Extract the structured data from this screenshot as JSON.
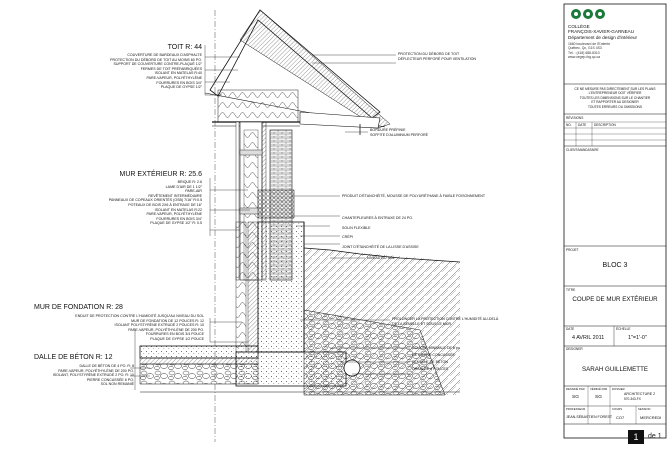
{
  "sections": {
    "roof_title": "TOIT R: 44",
    "wall_title": "MUR EXTÉRIEUR R: 25.6",
    "foundation_title": "MUR DE FONDATION R: 28",
    "slab_title": "DALLE DE BÉTON R: 12"
  },
  "roof_labels": [
    "COUVERTURE DE BARDEAUX D'ASPHALTE",
    "PROTECTION DU DÉBORD DE TOIT AU MOINS 60 PO.",
    "SUPPORT DE COUVERTURE CONTRE-PLAQUÉ 1/2\"",
    "FERMES DE TOIT PRÉFABRIQUÉES",
    "ISOLANT EN MATELAS R:40",
    "PARE-VAPEUR, POLYÉTHYLÈNE",
    "FOURRURES EN BOIS 3/4\"",
    "PLAQUE DE GYPSE 1/2\""
  ],
  "wall_labels": [
    "BRIQUE R: 2.6",
    "LAME D'AIR DE 1 1/2\"",
    "PARE-AIR",
    "REVÊTEMENT INTERMÉDIAIRE",
    "PANNEAUX DE COPEAUX ORIENTÉS (OSB) 7/16\" R:0.5",
    "POTEAUX DE BOIS 2X6 À ENTRAXE DE 16\"",
    "ISOLANT EN MATELAS R:22",
    "PARE-VAPEUR, POLYÉTHYLÈNE",
    "FOURRURES EN BOIS 3/4\"",
    "PLAQUE DE GYPSE 1/2\" R: 0.5"
  ],
  "foundation_labels": [
    "ENDUIT DE PROTECTION CONTRE L'HUMIDITÉ JUSQU'AU NIVEAU DU SOL",
    "MUR DE FONDATION DE 12 POUCES R: 12",
    "ISOLANT POLYSTYRÈNE EXTRUDÉ 2 POUCES R: 10",
    "PARE-VAPEUR, POLYÉTHYLÈNE DE 200 PO.",
    "FOURRURES EN BOIS 3/4 POUCE",
    "PLAQUE DE GYPSE 1/2 POUCE"
  ],
  "slab_labels": [
    "DALLE DE BÉTON DE 4 PO. R: 8",
    "PARE-VAPEUR, POLYÉTHYLÈNE DE 200 PO.",
    "ISOLANT, POLYSTYRÈNE EXTRUDÉ 2 PO. R: 10",
    "PIERRE CONCASSÉE 6 PO.",
    "SOL NON REMANIÉ"
  ],
  "right_labels": {
    "roof": [
      "PROTECTION DU DÉBORD DE TOIT",
      "DÉFLECTEUR PERFORÉ POUR VENTILATION"
    ],
    "soffit": [
      "BORDURE PRÉFINIE",
      "SOFFITE D'ALUMINIUM PERFORÉ"
    ],
    "wall": [
      "PRODUIT D'ÉTANCHÉITÉ, MOUSSE DE POLYURÉTHANE À FAIBLE FOISONNEMENT"
    ],
    "wall2": [
      "CHANTEPLEURES À ENTRAXE DE 24 PO.",
      "SOLIN FLEXIBLE",
      "CRÉPI",
      "JOINT D'ÉTANCHÉITÉ DE LA LISSE D'ASSISE"
    ],
    "ground": [
      "NIVEAU DU SOL"
    ],
    "found": [
      "PROLONGER LA PROTECTION CONTRE L'HUMIDITÉ AU-DELÀ",
      "DE LA SEMELLE ET SOUS LE MUR"
    ],
    "base": [
      "COUCHE MINIMALE DE 6 po",
      "DE PIERRE CONCASSÉE",
      "SEMELLE DE BÉTON",
      "DRAIN DE 4 POUCES"
    ]
  },
  "title_block": {
    "school_lines": [
      "COLLÈGE",
      "FRANÇOIS-XAVIER-GARNEAU",
      "Département de design d'intérieur"
    ],
    "address_lines": [
      "1660 boulevard de l'Entente",
      "Québec, Qc, G1S 4S3",
      "Tél. : (418) 688-8310",
      "www.cegep-fxg.qc.ca"
    ],
    "notice_lines": [
      "CE NE MESURE PAS DIRECTEMENT SUR LES PLANS",
      "L'ENTREPRENEUR DOIT VÉRIFIER",
      "TOUTES LES DIMENSIONS SUR LE CHANTIER",
      "ET RAPPORTER AU DESIGNER",
      "TOUTES ERREURS OU OMISSIONS"
    ],
    "revision_header": "RÉVISIONS",
    "rev_cols": [
      "NO.",
      "DATE",
      "DESCRIPTION"
    ],
    "client_header": "CLIENT/MANDATAIRE",
    "project_header": "PROJET",
    "project": "BLOC 3",
    "title_header": "TITRE",
    "title": "COUPE DE MUR EXTÉRIEUR",
    "date_header": "DATE",
    "date": "4 AVRIL 2011",
    "scale_header": "ÉCHELLE",
    "scale": "1\"=1'-0\"",
    "designer_header": "DESIGNER",
    "designer": "SARAH GUILLEMETTE",
    "row1_headers": [
      "DESSINÉ PAR",
      "VÉRIFIÉ PAR",
      "DOSSIER"
    ],
    "row1_values": [
      "SG",
      "SG",
      "ARCHITECTURE 2",
      "570-343-FX"
    ],
    "row2_headers": [
      "PROFESSEUR",
      "COURS",
      "SESSION"
    ],
    "row2_values": [
      "JEAN-SÉBASTIEN FOREST",
      "CO7",
      "MERCREDI"
    ]
  },
  "pager": {
    "page": "1",
    "of": "de 1"
  }
}
